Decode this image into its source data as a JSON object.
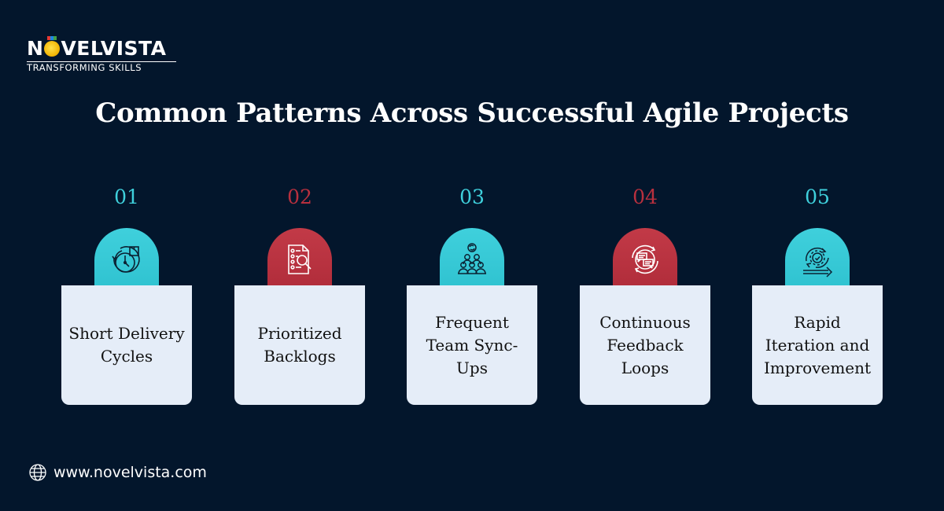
{
  "brand": {
    "logo_prefix": "N",
    "logo_suffix": "VELVISTA",
    "tagline": "TRANSFORMING SKILLS"
  },
  "title": "Common Patterns Across Successful Agile Projects",
  "colors": {
    "background": "#03162c",
    "teal": "#3fd0dc",
    "red": "#b8303e",
    "card": "#e5edf8"
  },
  "steps": [
    {
      "number": "01",
      "label": "Short Delivery Cycles",
      "icon": "clock-cycle-icon",
      "accent": "teal"
    },
    {
      "number": "02",
      "label": "Prioritized Backlogs",
      "icon": "document-search-icon",
      "accent": "red"
    },
    {
      "number": "03",
      "label": "Frequent Team Sync-Ups",
      "icon": "team-sync-icon",
      "accent": "teal"
    },
    {
      "number": "04",
      "label": "Continuous Feedback Loops",
      "icon": "feedback-loop-icon",
      "accent": "red"
    },
    {
      "number": "05",
      "label": "Rapid Iteration and Improvement",
      "icon": "gear-iteration-icon",
      "accent": "teal"
    }
  ],
  "footer": {
    "icon": "globe-icon",
    "url": "www.novelvista.com"
  }
}
